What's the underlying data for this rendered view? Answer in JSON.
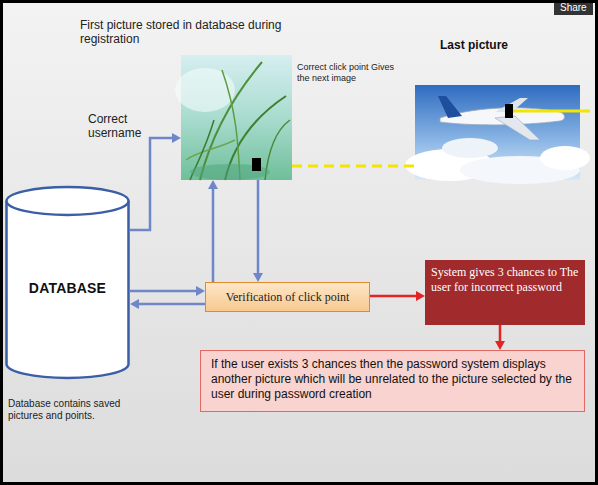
{
  "diagram": {
    "nodes": [
      {
        "text": [
          "First picture stored in database during registration"
        ]
      },
      {
        "text": [
          "Last picture"
        ]
      },
      {
        "text": [
          "DATABASE"
        ]
      },
      {
        "text": [
          "Verification of click point"
        ]
      },
      {
        "text": [
          "System gives 3 chances to The user for incorrect password"
        ]
      },
      {
        "text": [
          "If the user exists 3 chances then the password system displays another picture which will be unrelated to the picture selected by the user during password creation"
        ]
      }
    ],
    "edges": [
      {
        "from": 2,
        "to": 0,
        "arrow": "to"
      },
      {
        "from": 3,
        "to": 0,
        "arrow": "to"
      },
      {
        "from": 0,
        "to": 3,
        "arrow": "to"
      },
      {
        "from": 2,
        "to": 3,
        "arrow": "to"
      },
      {
        "from": 3,
        "to": 2,
        "arrow": "to"
      },
      {
        "from": 3,
        "to": 4,
        "arrow": "to"
      },
      {
        "from": 4,
        "to": 5,
        "arrow": "to"
      },
      {
        "from": 0,
        "to": 1,
        "arrow": "none"
      }
    ],
    "labels": [
      "Share",
      "Correct username",
      "Correct click point Gives the next image",
      "Database contains saved pictures and points."
    ]
  }
}
